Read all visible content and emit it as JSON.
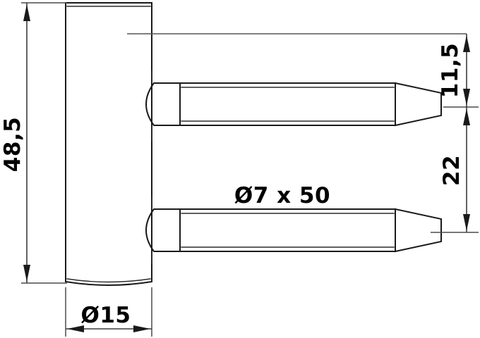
{
  "drawing": {
    "title": "Hinge pin technical drawing",
    "background_color": "#ffffff",
    "line_color": "#1a1a1a",
    "text_color": "#000000",
    "view": "side elevation"
  },
  "dimensions": {
    "height_overall": {
      "value": "48,5",
      "orientation": "vertical",
      "position": "left",
      "unit_implied": "mm"
    },
    "plate_width": {
      "value": "Ø15",
      "orientation": "horizontal",
      "position": "bottom",
      "unit_implied": "mm"
    },
    "top_offset": {
      "value": "11,5",
      "orientation": "vertical",
      "position": "right-upper",
      "unit_implied": "mm"
    },
    "pin_spacing": {
      "value": "22",
      "orientation": "vertical",
      "position": "right-lower",
      "unit_implied": "mm"
    }
  },
  "labels": {
    "pin_spec": "Ø7 x 50"
  },
  "parts": {
    "plate": {
      "name": "mounting-plate",
      "shape": "vertical rectangle with beveled bottom"
    },
    "pin_upper": {
      "name": "upper-pin",
      "shape": "rounded cap, straight shaft, tapered tip"
    },
    "pin_lower": {
      "name": "lower-pin",
      "shape": "rounded cap, straight shaft, tapered tip"
    }
  }
}
